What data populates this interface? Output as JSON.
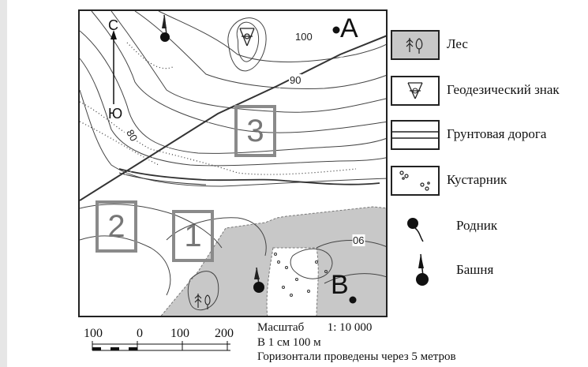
{
  "map": {
    "compass": {
      "north": "С",
      "south": "Ю"
    },
    "points": {
      "a": "A",
      "b": "B"
    },
    "contours": {
      "c100": "100",
      "c90": "90",
      "c80": "80",
      "c90b": "90"
    },
    "areas": {
      "a1": "1",
      "a2": "2",
      "a3": "3"
    },
    "colors": {
      "forest": "#c8c8c8",
      "road": "#333333",
      "area_box": "#8a8a8a"
    }
  },
  "legend": {
    "forest": "Лес",
    "geodetic": "Геодезический знак",
    "road": "Грунтовая дорога",
    "shrub": "Кустарник",
    "spring": "Родник",
    "tower": "Башня"
  },
  "scale": {
    "ticks": [
      "100",
      "0",
      "100",
      "200"
    ],
    "title": "Масштаб",
    "ratio": "1: 10 000",
    "per_cm": "В 1 см 100 м",
    "contour_interval": "Горизонтали проведены через 5 метров"
  }
}
